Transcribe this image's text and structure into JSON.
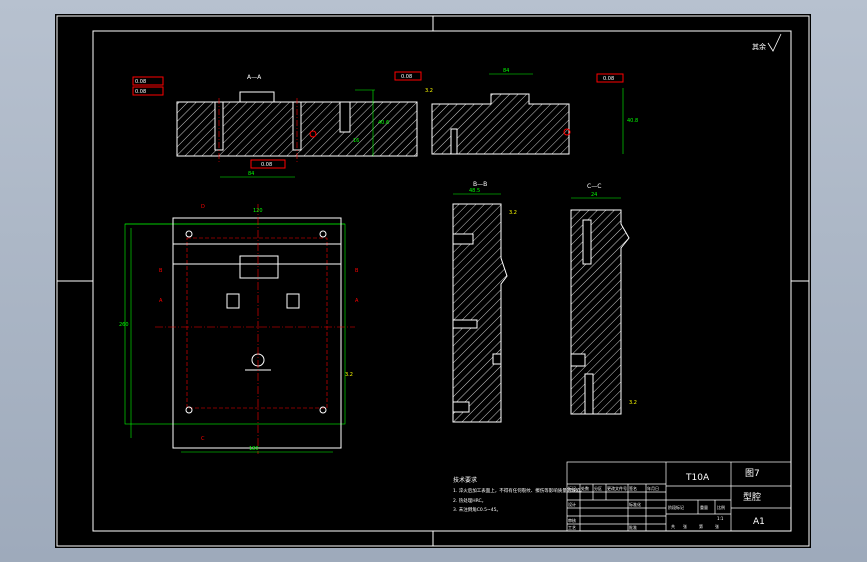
{
  "colors": {
    "background": "#000000",
    "frame": "#ffffff",
    "hatch": "#ffffff",
    "dimension": "#00ff00",
    "tolerance": "#ff0000",
    "centerline": "#ff0000",
    "hidden": "#ff0000",
    "label_red": "#ff0000",
    "label_yellow": "#ffff00"
  },
  "drawing": {
    "views": {
      "section_aa": {
        "label": "A—A"
      },
      "section_bb": {
        "label": "B—B"
      },
      "section_cc": {
        "label": "C—C"
      },
      "plan_markers": {
        "a": "A",
        "b": "B",
        "c": "C",
        "d": "D"
      }
    },
    "roughness_note": "其余",
    "tolerance_frames": [
      {
        "symbol": "//",
        "value": "0.08"
      },
      {
        "symbol": "□",
        "value": "0.08"
      },
      {
        "symbol": "□",
        "value": "0.08"
      },
      {
        "symbol": "□",
        "value": "0.08"
      },
      {
        "symbol": "□",
        "value": "0.08"
      }
    ],
    "dimensions": {
      "aa_height": "40.6",
      "aa_width": "84",
      "aa_slot": "16",
      "top_right_width": "84",
      "top_right_height": "40.8",
      "top_right_rough": "3.2",
      "plan_width": "180",
      "plan_height": "260",
      "plan_inner": "120",
      "plan_rough": "3.2",
      "bb_width": "48.5",
      "bb_rough": "3.2",
      "cc_width": "24",
      "cc_rough": "3.2"
    },
    "tech_requirements": {
      "title": "技术要求",
      "items": [
        "1. 淬火后加工表面上，不得有任何裂纹、擦伤等影响质量的缺陷。",
        "2. 热处理HRC。",
        "3. 未注倒角C0.5~45。"
      ]
    },
    "title_block": {
      "material": "T10A",
      "drawing_no": "图7",
      "part_name": "型腔",
      "sheet_size": "A1",
      "header_cells": [
        "标记",
        "处数",
        "分区",
        "更改文件号",
        "签名",
        "年月日"
      ],
      "role_cells": [
        "设计",
        "标准化",
        "审核",
        "工艺",
        "批准"
      ],
      "stage_cells": [
        "阶段标记",
        "重量",
        "比例"
      ],
      "scale": "1:1",
      "sheet_cells": [
        "共",
        "张",
        "第",
        "张"
      ]
    }
  }
}
